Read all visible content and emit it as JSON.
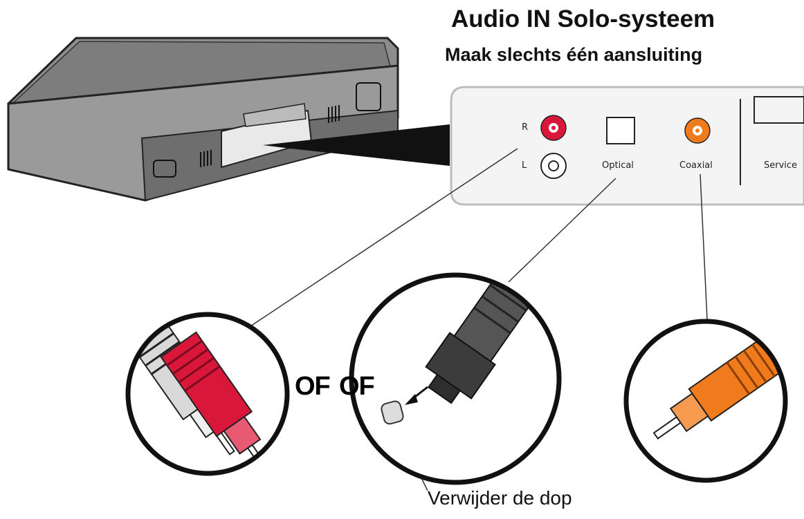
{
  "header": {
    "title": "Audio IN Solo-systeem",
    "subtitle": "Maak slechts één aansluiting"
  },
  "panel": {
    "port_r_label": "R",
    "port_l_label": "L",
    "optical_label": "Optical",
    "coaxial_label": "Coaxial",
    "service_label": "Service"
  },
  "connectors": {
    "separator_1": "OF",
    "separator_2": "OF",
    "cap_caption": "Verwijder de dop"
  },
  "colors": {
    "rca_red": "#d8173a",
    "coax_orange": "#f07b1d",
    "device_gray": "#7a7a7a",
    "panel_bg": "#f4f4f4"
  }
}
